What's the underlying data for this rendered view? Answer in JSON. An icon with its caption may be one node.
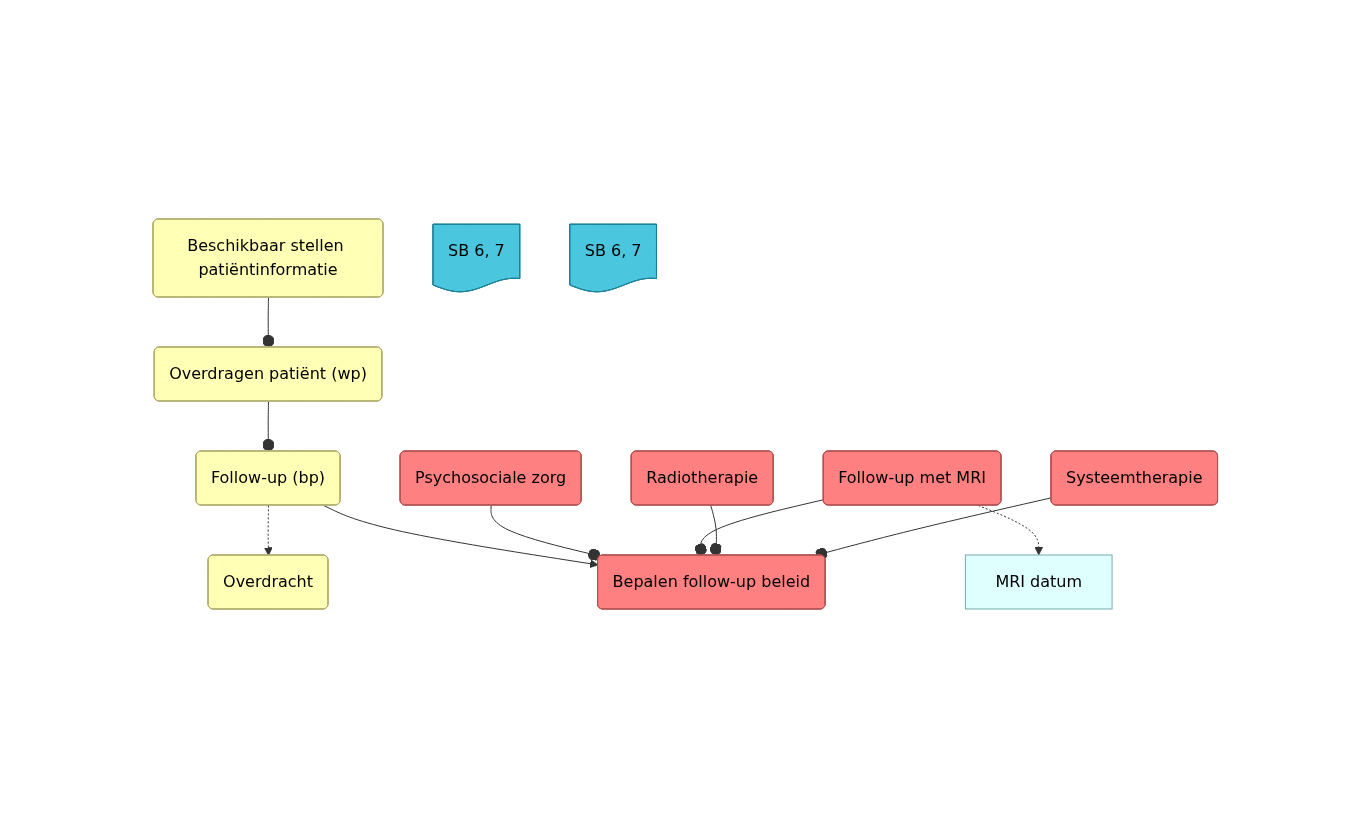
{
  "diagram": {
    "nodes": [
      {
        "text": [
          "Overdracht"
        ]
      },
      {
        "text": [
          "Follow-up (bp)"
        ]
      },
      {
        "text": [
          "Overdragen patiënt (wp)"
        ]
      },
      {
        "text": [
          "Beschikbaar stellen patiëntinformatie"
        ]
      },
      {
        "text": [
          "Bepalen follow-up beleid"
        ]
      },
      {
        "text": [
          "SB 6, 7"
        ]
      },
      {
        "text": [
          "Psychosociale zorg"
        ]
      },
      {
        "text": [
          "Follow-up met MRI"
        ]
      },
      {
        "text": [
          "Radiotherapie"
        ]
      },
      {
        "text": [
          "Systeemtherapie"
        ]
      },
      {
        "text": [
          "SB 6, 7"
        ]
      },
      {
        "text": [
          "MRI datum"
        ]
      }
    ],
    "edges": [
      {
        "from": 1,
        "to": 0,
        "arrow": "to",
        "style": "dashed"
      },
      {
        "from": 2,
        "to": 1,
        "arrow": "other"
      },
      {
        "from": 3,
        "to": 2,
        "arrow": "other"
      },
      {
        "from": 1,
        "to": 4,
        "arrow": "to"
      },
      {
        "from": 6,
        "to": 4,
        "arrow": "other"
      },
      {
        "from": 7,
        "to": 4,
        "arrow": "other"
      },
      {
        "from": 8,
        "to": 4,
        "arrow": "other"
      },
      {
        "from": 9,
        "to": 4,
        "arrow": "other"
      },
      {
        "from": 7,
        "to": 11,
        "arrow": "to",
        "style": "dashed"
      }
    ]
  }
}
